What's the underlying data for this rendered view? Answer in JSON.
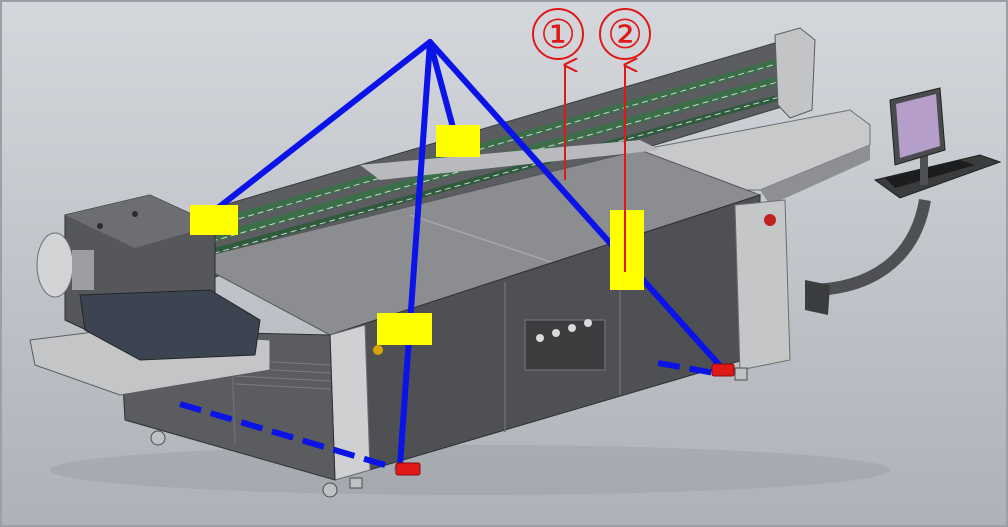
{
  "callouts": [
    {
      "label": "①"
    },
    {
      "label": "②"
    }
  ],
  "colors": {
    "background_top": "#d4d7dc",
    "background_bottom": "#aeb2b8",
    "machine_dark": "#4f5154",
    "machine_mid": "#6c6e72",
    "machine_light": "#b4b6b9",
    "bed_top": "#8a8c8f",
    "rail_green": "#3d6e4a",
    "lift_lines": "#0a14e8",
    "lift_pads": "#ffff00",
    "foot_markers": "#e01818",
    "callout": "#e01818",
    "monitor_screen": "#b59ec9"
  },
  "icons": {
    "lift_point": "red-rectangle-marker",
    "lift_pad": "yellow-rectangle-marker",
    "callout_leader": "red-arrow-line"
  }
}
